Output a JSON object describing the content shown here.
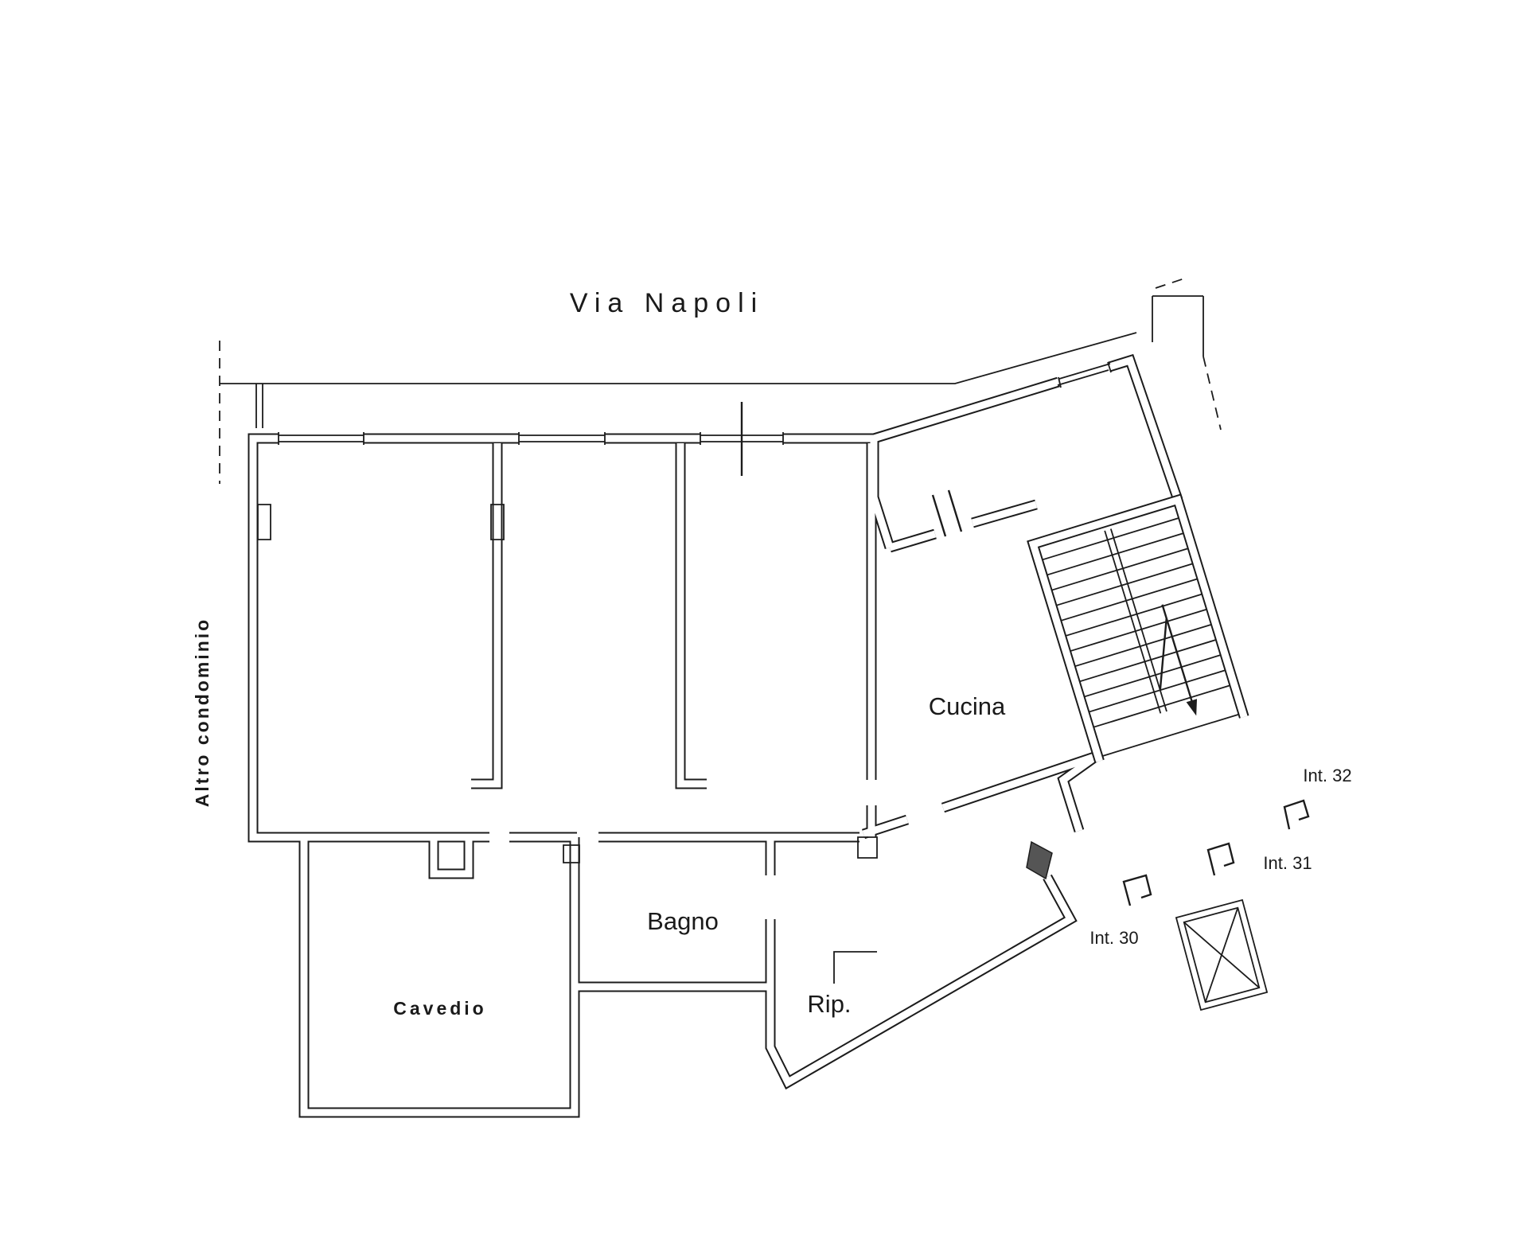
{
  "street_label": "Via Napoli",
  "side_label": "Altro condominio",
  "rooms": {
    "kitchen": "Cucina",
    "bathroom": "Bagno",
    "storage": "Rip.",
    "shaft": "Cavedio"
  },
  "units": {
    "int30": "Int. 30",
    "int31": "Int. 31",
    "int32": "Int. 32"
  },
  "colors": {
    "ink": "#1c1c1c",
    "background": "#ffffff"
  }
}
